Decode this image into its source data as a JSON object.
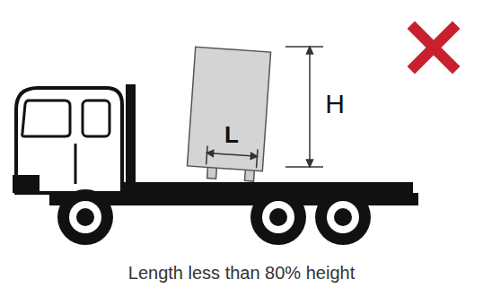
{
  "diagram": {
    "caption": "Length less than 80% height",
    "labels": [
      "L",
      "H"
    ]
  }
}
